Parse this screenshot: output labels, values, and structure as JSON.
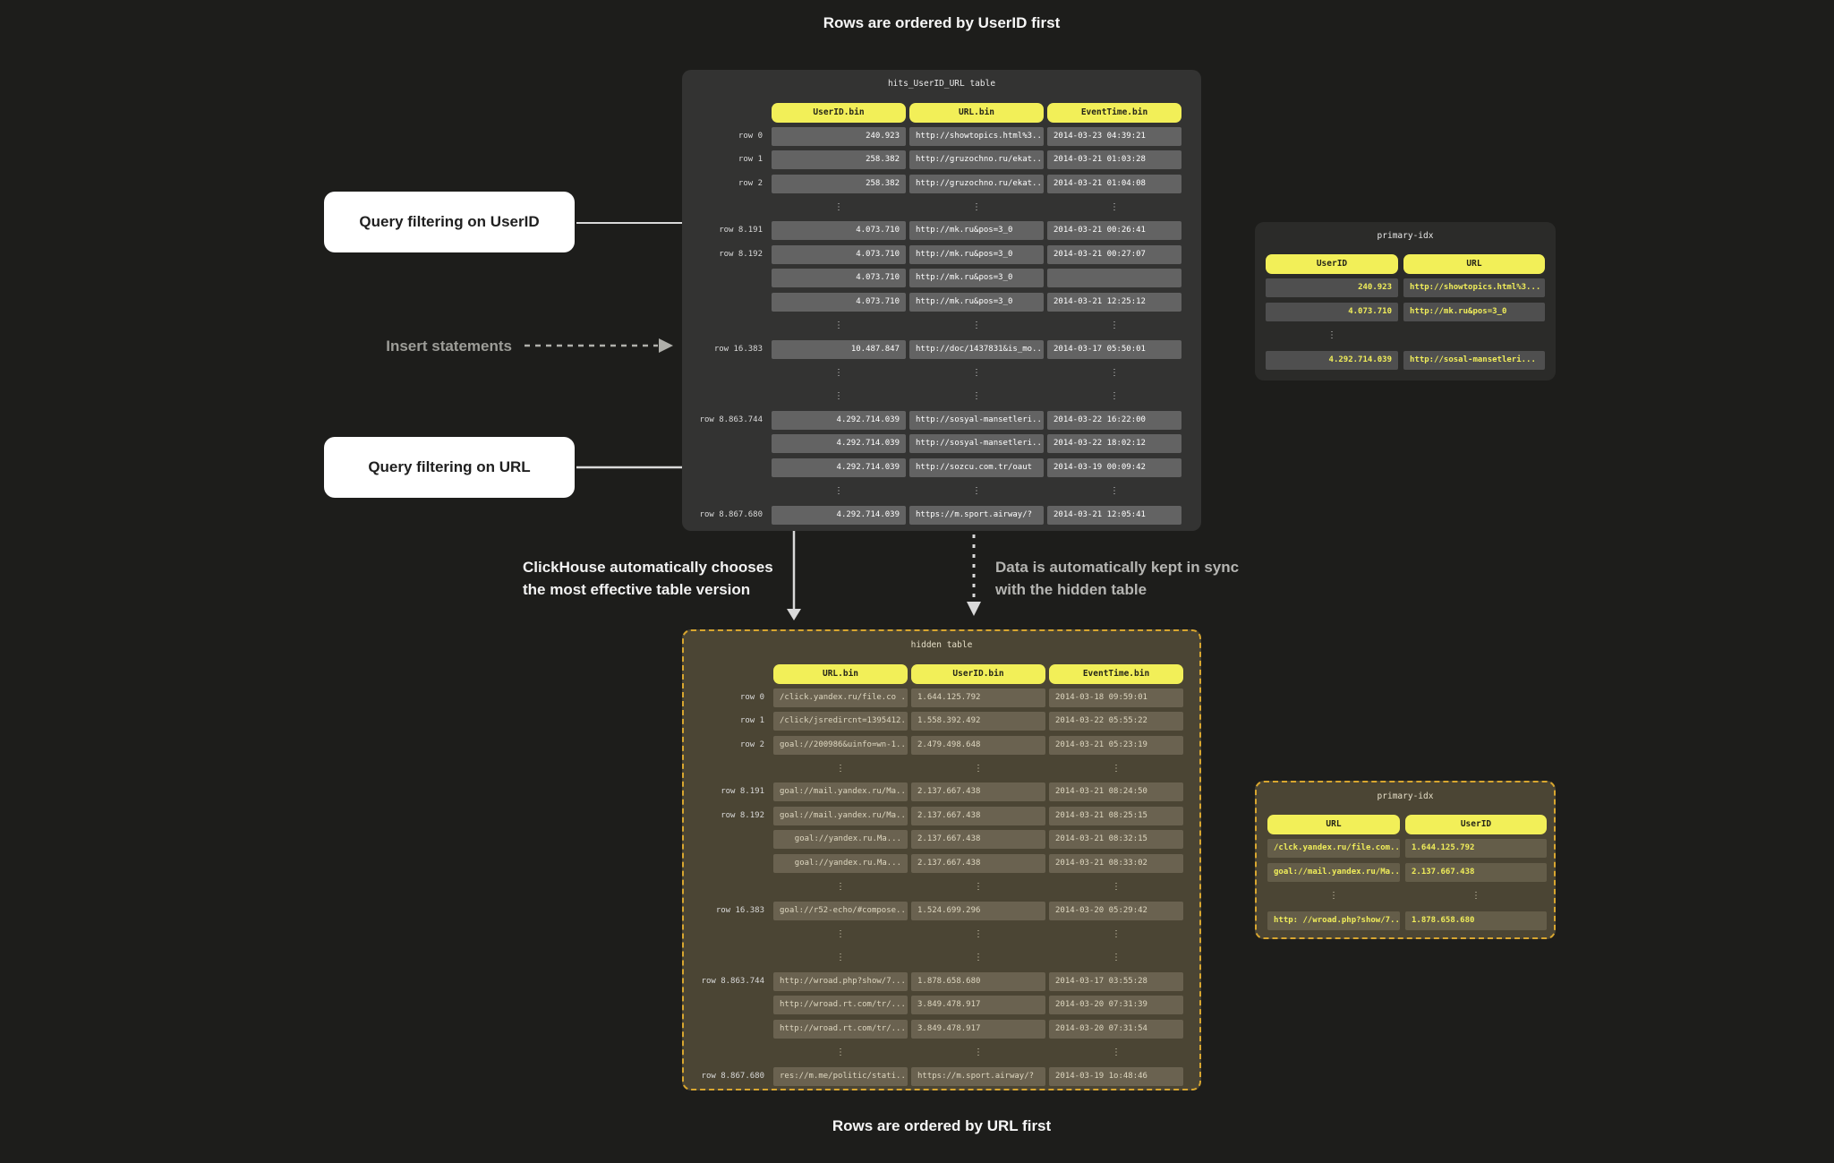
{
  "page": {
    "top_caption": "Rows are ordered by UserID first",
    "bottom_caption": "Rows are ordered by URL first"
  },
  "annotations": {
    "query_filtering_userid": "Query filtering on UserID",
    "insert_statements": "Insert statements",
    "query_filtering_url": "Query filtering on URL",
    "auto_choose_line1": "ClickHouse automatically chooses",
    "auto_choose_line2": "the most effective table version",
    "sync_line1": "Data is automatically kept in sync",
    "sync_line2": "with the hidden table"
  },
  "icons": {
    "ellipsis": "⋮",
    "arrow_right": "▶",
    "arrow_down": "▼"
  },
  "main_table": {
    "title": "hits_UserID_URL table",
    "columns": [
      "UserID.bin",
      "URL.bin",
      "EventTime.bin"
    ],
    "rows": [
      {
        "label": "row 0",
        "cells": [
          "240.923",
          "http://showtopics.html%3...",
          "2014-03-23 04:39:21"
        ]
      },
      {
        "label": "row 1",
        "cells": [
          "258.382",
          "http://gruzochno.ru/ekat...",
          "2014-03-21 01:03:28"
        ]
      },
      {
        "label": "row 2",
        "cells": [
          "258.382",
          "http://gruzochno.ru/ekat...",
          "2014-03-21 01:04:08"
        ]
      },
      {
        "dots": true,
        "cells": [
          "⋮",
          "⋮",
          "⋮"
        ]
      },
      {
        "label": "row 8.191",
        "cells": [
          "4.073.710",
          "http://mk.ru&pos=3_0",
          "2014-03-21 00:26:41"
        ]
      },
      {
        "label": "row 8.192",
        "cells": [
          "4.073.710",
          "http://mk.ru&pos=3_0",
          "2014-03-21 00:27:07"
        ]
      },
      {
        "label": "",
        "cells": [
          "4.073.710",
          "http://mk.ru&pos=3_0",
          ""
        ]
      },
      {
        "label": "",
        "cells": [
          "4.073.710",
          "http://mk.ru&pos=3_0",
          "2014-03-21 12:25:12"
        ]
      },
      {
        "dots": true,
        "cells": [
          "⋮",
          "⋮",
          "⋮"
        ]
      },
      {
        "label": "row 16.383",
        "cells": [
          "10.487.847",
          "http://doc/1437831&is_mo...",
          "2014-03-17 05:50:01"
        ]
      },
      {
        "dots": true,
        "cells": [
          "⋮",
          "⋮",
          "⋮"
        ]
      },
      {
        "dots": true,
        "cells": [
          "⋮",
          "⋮",
          "⋮"
        ]
      },
      {
        "label": "row 8.863.744",
        "cells": [
          "4.292.714.039",
          "http://sosyal-mansetleri...",
          "2014-03-22 16:22:00"
        ]
      },
      {
        "label": "",
        "cells": [
          "4.292.714.039",
          "http://sosyal-mansetleri...",
          "2014-03-22 18:02:12"
        ]
      },
      {
        "label": "",
        "cells": [
          "4.292.714.039",
          "http://sozcu.com.tr/oaut",
          "2014-03-19 00:09:42"
        ]
      },
      {
        "dots": true,
        "cells": [
          "⋮",
          "⋮",
          "⋮"
        ]
      },
      {
        "label": "row 8.867.680",
        "cells": [
          "4.292.714.039",
          "https://m.sport.airway/?",
          "2014-03-21 12:05:41"
        ]
      }
    ]
  },
  "hidden_table": {
    "title": "hidden table",
    "columns": [
      "URL.bin",
      "UserID.bin",
      "EventTime.bin"
    ],
    "rows": [
      {
        "label": "row 0",
        "cells": [
          "/click.yandex.ru/file.co ...",
          "1.644.125.792",
          "2014-03-18 09:59:01"
        ]
      },
      {
        "label": "row 1",
        "cells": [
          "/click/jsredircnt=1395412...",
          "1.558.392.492",
          "2014-03-22 05:55:22"
        ]
      },
      {
        "label": "row 2",
        "cells": [
          "goal://200986&uinfo=wn-1...",
          "2.479.498.648",
          "2014-03-21 05:23:19"
        ]
      },
      {
        "dots": true,
        "cells": [
          "⋮",
          "⋮",
          "⋮"
        ]
      },
      {
        "label": "row 8.191",
        "cells": [
          "goal://mail.yandex.ru/Ma...",
          "2.137.667.438",
          "2014-03-21 08:24:50"
        ]
      },
      {
        "label": "row 8.192",
        "cells": [
          "goal://mail.yandex.ru/Ma...",
          "2.137.667.438",
          "2014-03-21 08:25:15"
        ]
      },
      {
        "label": "",
        "cells": [
          "goal://yandex.ru.Ma...",
          "2.137.667.438",
          "2014-03-21 08:32:15"
        ]
      },
      {
        "label": "",
        "cells": [
          "goal://yandex.ru.Ma...",
          "2.137.667.438",
          "2014-03-21 08:33:02"
        ]
      },
      {
        "dots": true,
        "cells": [
          "⋮",
          "⋮",
          "⋮"
        ]
      },
      {
        "label": "row 16.383",
        "cells": [
          "goal://r52-echo/#compose...",
          "1.524.699.296",
          "2014-03-20 05:29:42"
        ]
      },
      {
        "dots": true,
        "cells": [
          "⋮",
          "⋮",
          "⋮"
        ]
      },
      {
        "dots": true,
        "cells": [
          "⋮",
          "⋮",
          "⋮"
        ]
      },
      {
        "label": "row 8.863.744",
        "cells": [
          "http://wroad.php?show/7...",
          "1.878.658.680",
          "2014-03-17 03:55:28"
        ]
      },
      {
        "label": "",
        "cells": [
          "http://wroad.rt.com/tr/...",
          "3.849.478.917",
          "2014-03-20 07:31:39"
        ]
      },
      {
        "label": "",
        "cells": [
          "http://wroad.rt.com/tr/...",
          "3.849.478.917",
          "2014-03-20 07:31:54"
        ]
      },
      {
        "dots": true,
        "cells": [
          "⋮",
          "⋮",
          "⋮"
        ]
      },
      {
        "label": "row 8.867.680",
        "cells": [
          "res://m.me/politic/stati...",
          "https://m.sport.airway/?",
          "2014-03-19 1o:48:46"
        ]
      }
    ]
  },
  "primary_idx_top": {
    "title": "primary-idx",
    "columns": [
      "UserID",
      "URL"
    ],
    "rows": [
      {
        "cells": [
          "240.923",
          "http://showtopics.html%3..."
        ]
      },
      {
        "cells": [
          "4.073.710",
          "http://mk.ru&pos=3_0"
        ]
      },
      {
        "dots": true,
        "cells": [
          "⋮",
          ""
        ]
      },
      {
        "cells": [
          "4.292.714.039",
          "http://sosal-mansetleri..."
        ]
      }
    ]
  },
  "primary_idx_bottom": {
    "title": "primary-idx",
    "columns": [
      "URL",
      "UserID"
    ],
    "rows": [
      {
        "cells": [
          "/clck.yandex.ru/file.com...",
          "1.644.125.792"
        ]
      },
      {
        "cells": [
          "goal://mail.yandex.ru/Ma...",
          "2.137.667.438"
        ]
      },
      {
        "dots": true,
        "cells": [
          "⋮",
          "⋮"
        ]
      },
      {
        "cells": [
          "http: //wroad.php?show/7...",
          "1.878.658.680"
        ]
      }
    ]
  },
  "colors": {
    "background": "#1d1d1b",
    "panel_dark": "#333332",
    "panel_olive": "#4b4534",
    "cell_gray": "#636363",
    "cell_olive": "#6a6250",
    "idx_cell_gray": "#4f4f4f",
    "idx_cell_olive": "#645d49",
    "header_yellow": "#f2ef58",
    "header_text": "#262619",
    "dashed_border": "#d8a62f",
    "cell_text_light": "#ffffff",
    "cell_text_cream": "#ded7c0",
    "idx_value_yellow": "#f0ed5a",
    "row_label": "#d9d9d9",
    "panel_title_light": "#e9e9e9",
    "panel_title_cream": "#e6dfc8",
    "caption_text": "#f7f7f7",
    "annotation_white": "#f2f2f2",
    "annotation_gray": "#b5b5b2",
    "insert_gray": "#9d9d98",
    "arrow_light": "#d9d9d9",
    "arrow_gray": "#b0b0ab",
    "box_bg": "#ffffff",
    "box_text": "#202020"
  }
}
